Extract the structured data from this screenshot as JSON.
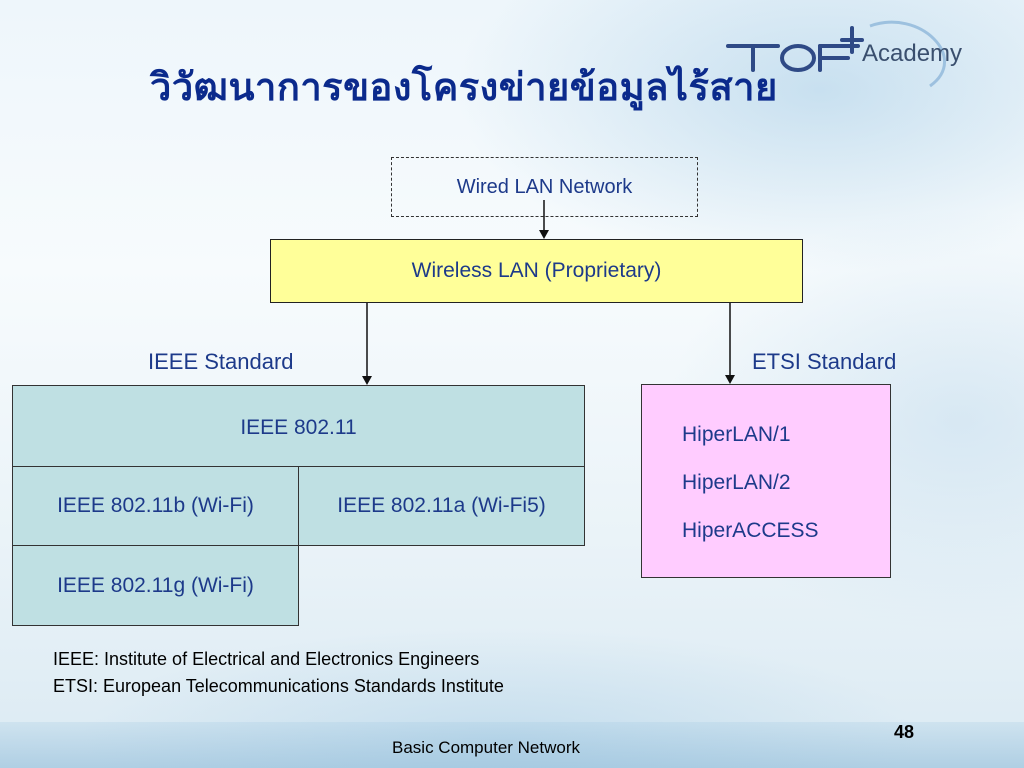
{
  "slide": {
    "title": "วิวัฒนาการของโครงข่ายข้อมูลไร้สาย",
    "logo_text": "Academy",
    "slide_number": "48",
    "footer": "Basic Computer Network"
  },
  "diagram": {
    "wired_lan": "Wired LAN Network",
    "wireless_lan": "Wireless LAN (Proprietary)",
    "ieee_label": "IEEE Standard",
    "etsi_label": "ETSI Standard",
    "ieee_main": "IEEE 802.11",
    "ieee_b": "IEEE 802.11b (Wi-Fi)",
    "ieee_a": "IEEE 802.11a (Wi-Fi5)",
    "ieee_g": "IEEE 802.11g (Wi-Fi)",
    "etsi_items": [
      "HiperLAN/1",
      "HiperLAN/2",
      "HiperACCESS"
    ]
  },
  "notes": [
    "IEEE: Institute of Electrical and Electronics Engineers",
    "ETSI: European Telecommunications Standards Institute"
  ],
  "colors": {
    "title": "#0b2a8c",
    "text": "#1d3a8a",
    "wireless_fill": "#ffff99",
    "ieee_fill": "#bfe0e3",
    "etsi_fill": "#ffccff"
  }
}
